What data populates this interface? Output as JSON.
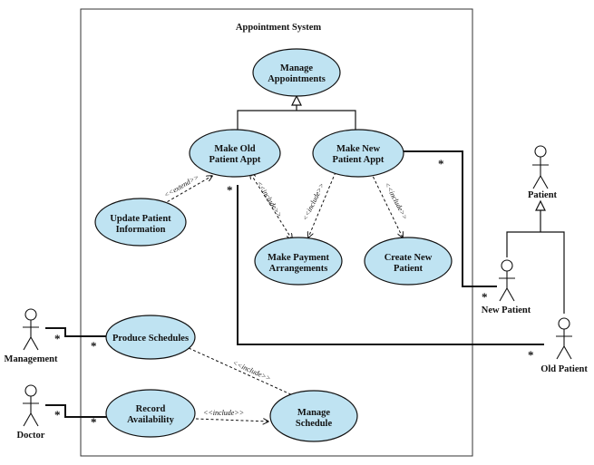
{
  "system": {
    "title": "Appointment System"
  },
  "use_cases": {
    "manage_appointments": [
      "Manage",
      "Appointments"
    ],
    "make_old_appt": [
      "Make Old",
      "Patient Appt"
    ],
    "make_new_appt": [
      "Make New",
      "Patient Appt"
    ],
    "update_patient": [
      "Update Patient",
      "Information"
    ],
    "make_payment": [
      "Make Payment",
      "Arrangements"
    ],
    "create_patient": [
      "Create New",
      "Patient"
    ],
    "produce_schedules": [
      "Produce Schedules"
    ],
    "record_availability": [
      "Record",
      "Availability"
    ],
    "manage_schedule": [
      "Manage",
      "Schedule"
    ]
  },
  "actors": {
    "patient": "Patient",
    "new_patient": "New Patient",
    "old_patient": "Old Patient",
    "management": "Management",
    "doctor": "Doctor"
  },
  "stereotypes": {
    "extend": "<<extend>>",
    "include_old_payment": "<<include>>",
    "include_new_payment": "<<include>>",
    "include_new_create": "<<include>>",
    "include_produce": "<<include>>",
    "include_record": "<<include>>"
  },
  "multiplicity": "*",
  "colors": {
    "ellipse_fill": "#bfe3f2",
    "line": "#111111"
  }
}
